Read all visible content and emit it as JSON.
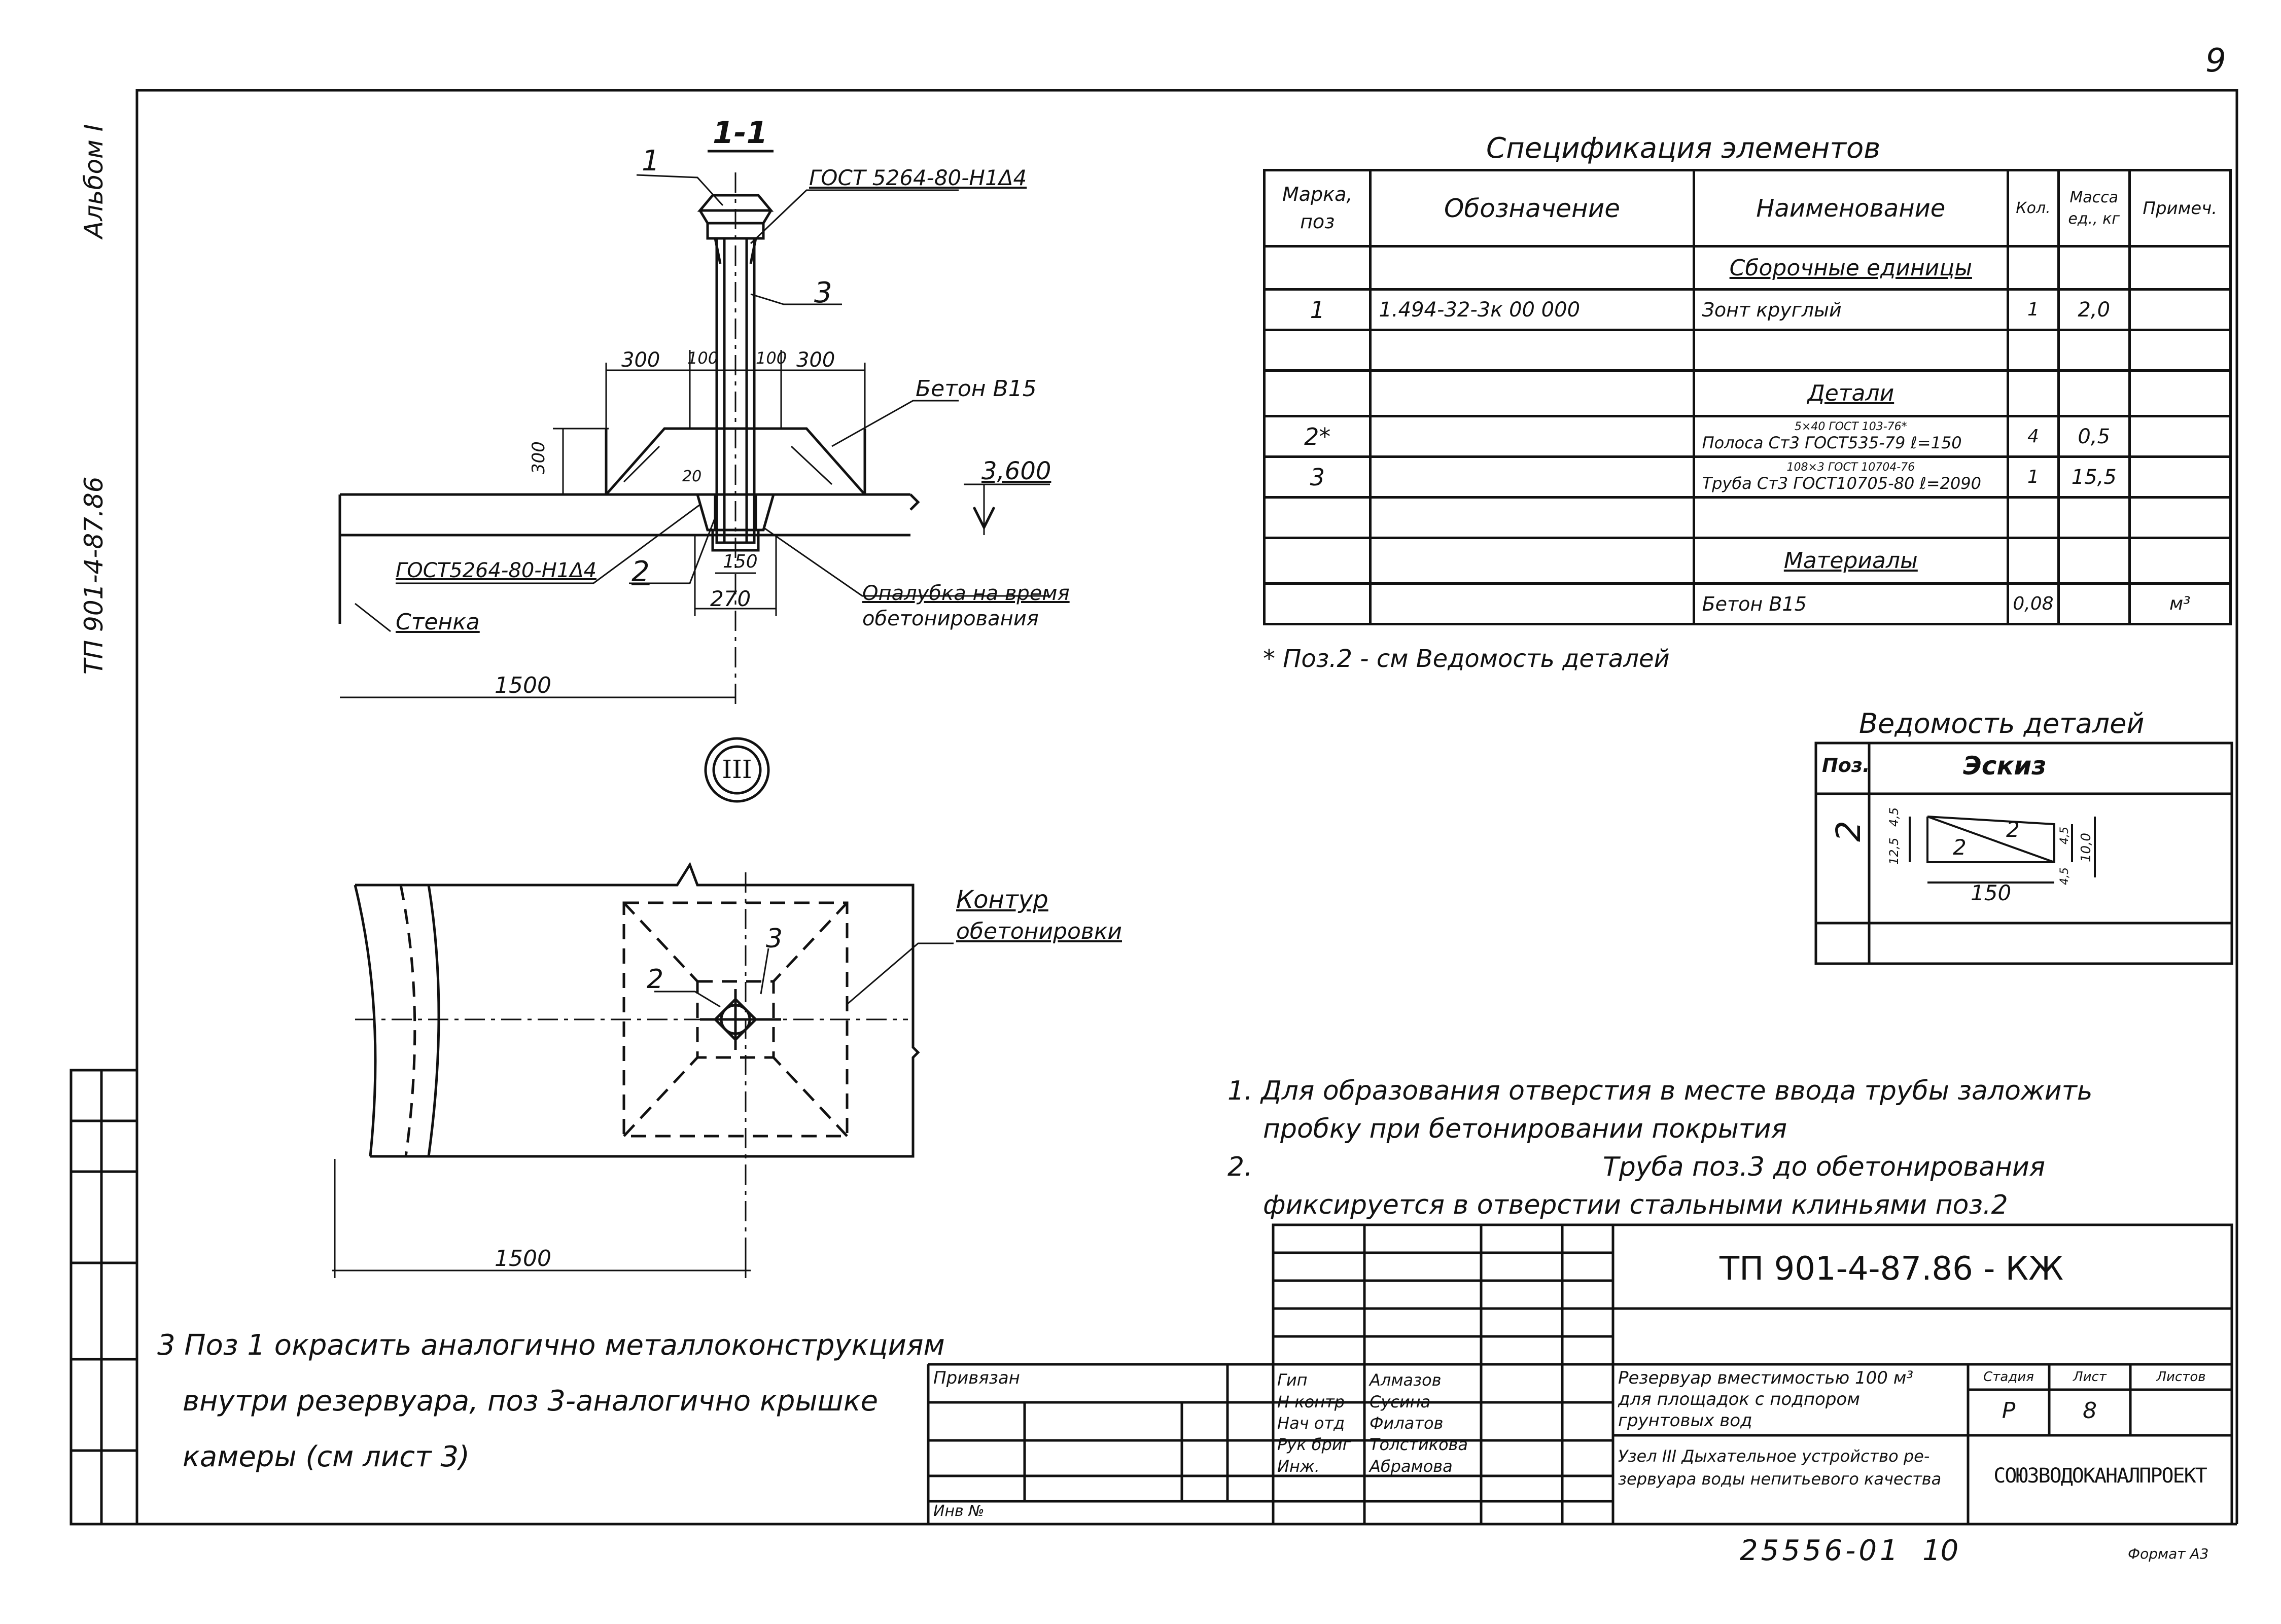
{
  "sheet": {
    "sheet_number": "9",
    "side_stamp_album": "Альбом I",
    "side_stamp_code": "ТП 901-4-87.86",
    "bottom_number": "25556-01",
    "bottom_copy": "10",
    "format": "Формат А3"
  },
  "section_view": {
    "title": "1-1",
    "circle_label": "III",
    "labels": {
      "pos1": "1",
      "pos3": "3",
      "pos2": "2",
      "gost_top": "ГОСТ 5264-80-Н1Δ4",
      "gost_left": "ГОСТ5264-80-Н1Δ4",
      "concrete": "Бетон В15",
      "level": "3,600",
      "wall": "Стенка",
      "formwork_line1": "Опалубка на время",
      "formwork_line2": "обетонирования"
    },
    "dims": {
      "d300a": "300",
      "d100a": "100",
      "d100b": "100",
      "d300b": "300",
      "d300v": "300",
      "d20": "20",
      "d150": "150",
      "d270": "270",
      "d1500": "1500"
    }
  },
  "plan_view": {
    "label_line1": "Контур",
    "label_line2": "обетонировки",
    "pos2": "2",
    "pos3": "3",
    "dim1500": "1500"
  },
  "spec_table": {
    "title": "Спецификация элементов",
    "headers": {
      "mark": "Марка, поз",
      "designation": "Обозначение",
      "name": "Наименование",
      "qty": "Кол.",
      "mass": "Масса ед., кг",
      "note": "Примеч."
    },
    "rows": [
      {
        "mark": "",
        "designation": "",
        "name": "Сборочные единицы",
        "qty": "",
        "mass": "",
        "note": "",
        "section": true
      },
      {
        "mark": "1",
        "designation": "1.494-32-3к 00 000",
        "name": "Зонт круглый",
        "qty": "1",
        "mass": "2,0",
        "note": ""
      },
      {
        "mark": "",
        "designation": "",
        "name": "",
        "qty": "",
        "mass": "",
        "note": ""
      },
      {
        "mark": "",
        "designation": "",
        "name": "Детали",
        "qty": "",
        "mass": "",
        "note": "",
        "section": true
      },
      {
        "mark": "2*",
        "designation": "",
        "name_top": "5×40 ГОСТ 103-76*",
        "name": "Полоса Ст3 ГОСТ535-79 ℓ=150",
        "qty": "4",
        "mass": "0,5",
        "note": ""
      },
      {
        "mark": "3",
        "designation": "",
        "name_top": "108×3 ГОСТ 10704-76",
        "name": "Труба Ст3 ГОСТ10705-80 ℓ=2090",
        "qty": "1",
        "mass": "15,5",
        "note": ""
      },
      {
        "mark": "",
        "designation": "",
        "name": "",
        "qty": "",
        "mass": "",
        "note": ""
      },
      {
        "mark": "",
        "designation": "",
        "name": "Материалы",
        "qty": "",
        "mass": "",
        "note": "",
        "section": true
      },
      {
        "mark": "",
        "designation": "",
        "name": "Бетон В15",
        "qty": "0,08",
        "mass": "",
        "note": "м³"
      }
    ],
    "footnote": "* Поз.2 - см Ведомость деталей"
  },
  "details_table": {
    "title": "Ведомость деталей",
    "headers": {
      "pos": "Поз.",
      "sketch": "Эскиз"
    },
    "row_pos": "2",
    "sketch_labels": {
      "top": "2",
      "mid": "2",
      "len": "150",
      "left1": "12,5",
      "left2": "4,5",
      "right1": "4,5",
      "right2": "4,5",
      "right3": "10,0"
    }
  },
  "notes": {
    "n1_line1": "1. Для образования отверстия в месте ввода трубы заложить",
    "n1_line2": "пробку при бетонировании покрытия",
    "n2_num": "2.",
    "n2_line1": "Труба поз.3 до обетонирования",
    "n2_line2": "фиксируется в отверстии стальными клиньями поз.2",
    "n3_line1": "3 Поз 1 окрасить аналогично металлоконструкциям",
    "n3_line2": "внутри резервуара, поз 3-аналогично крышке",
    "n3_line3": "камеры (см лист 3)"
  },
  "title_block": {
    "code": "ТП 901-4-87.86 - КЖ",
    "linked": "Привязан",
    "inv": "Инв №",
    "roles": [
      "Гип",
      "Н контр",
      "Нач отд",
      "Рук бриг",
      "Инж."
    ],
    "names": [
      "Алмазов",
      "Сусина",
      "Филатов",
      "Толстикова",
      "Абрамова"
    ],
    "project_line1": "Резервуар вместимостью 100 м³",
    "project_line2": "для площадок с подпором",
    "project_line3": "грунтовых вод",
    "node_line1": "Узел III Дыхательное устройство ре-",
    "node_line2": "зервуара воды непитьевого качества",
    "stage_h": "Стадия",
    "sheet_h": "Лист",
    "sheets_h": "Листов",
    "stage": "Р",
    "sheet": "8",
    "org": "СОЮЗВОДОКАНАЛПРОЕКТ"
  }
}
